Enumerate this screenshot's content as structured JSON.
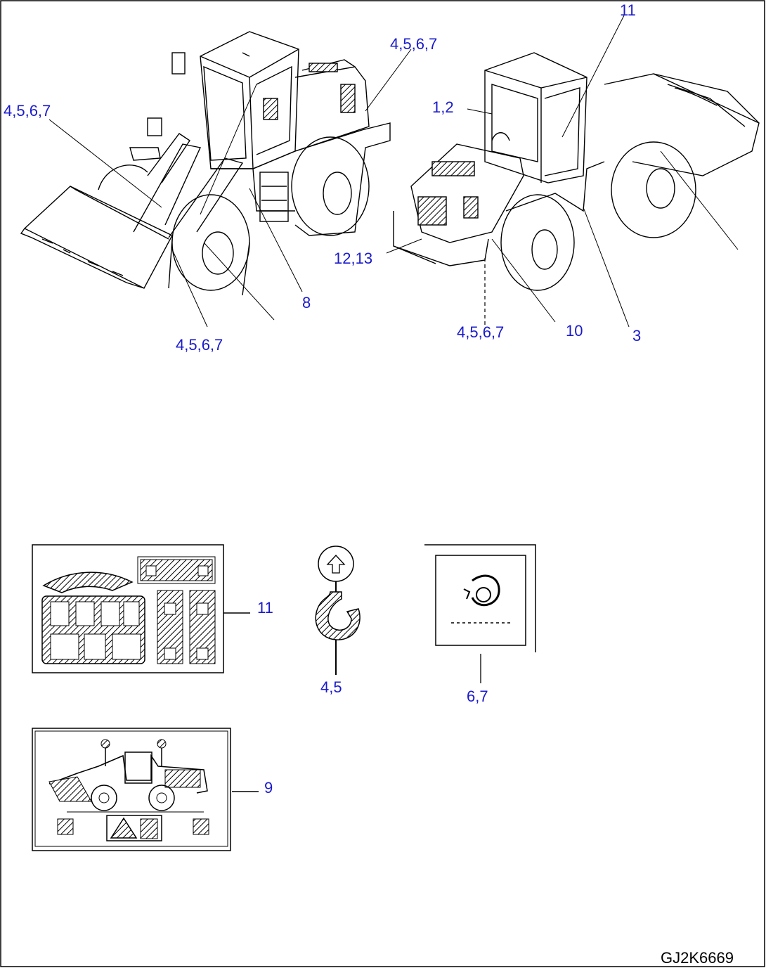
{
  "drawing_code": "GJ2K6669",
  "callouts": {
    "left_top_right": "4,5,6,7",
    "left_top_left": "4,5,6,7",
    "left_bottom": "4,5,6,7",
    "left_8": "8",
    "right_11": "11",
    "right_12": "1,2",
    "right_1213": "12,13",
    "right_bottom": "4,5,6,7",
    "right_10": "10",
    "right_3": "3"
  },
  "decals": {
    "lever_decal_label": "11",
    "hook_decal_label": "4,5",
    "tie_down_decal_label": "6,7",
    "lifting_decal_label": "9"
  }
}
